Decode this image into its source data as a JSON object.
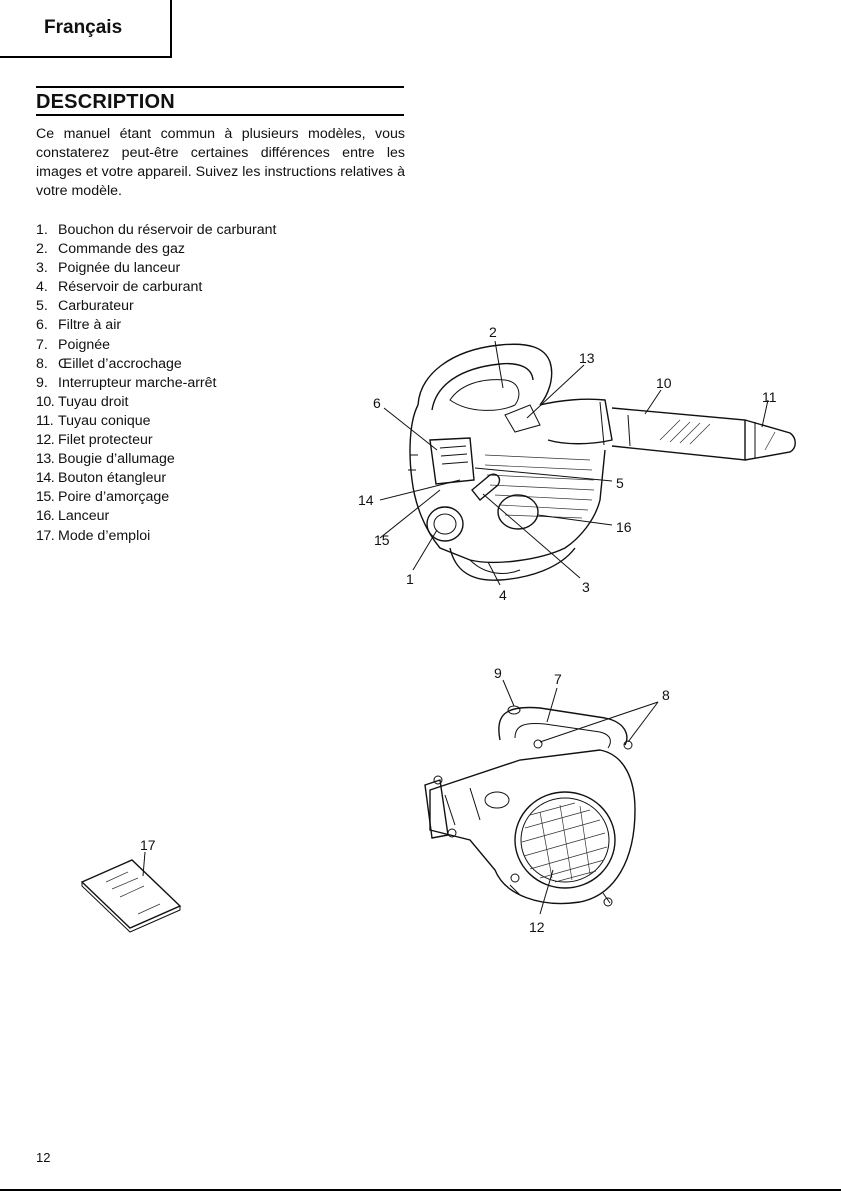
{
  "header": {
    "language_tab": "Français"
  },
  "section": {
    "title": "DESCRIPTION",
    "intro": "Ce manuel étant commun à plusieurs modèles, vous constaterez peut-être certaines différences entre les images et votre appareil. Suivez les instructions relatives à votre modèle."
  },
  "parts": [
    {
      "num": "1.",
      "label": "Bouchon du réservoir de carburant"
    },
    {
      "num": "2.",
      "label": "Commande des gaz"
    },
    {
      "num": "3.",
      "label": "Poignée du lanceur"
    },
    {
      "num": "4.",
      "label": "Réservoir de carburant"
    },
    {
      "num": "5.",
      "label": "Carburateur"
    },
    {
      "num": "6.",
      "label": "Filtre à air"
    },
    {
      "num": "7.",
      "label": "Poignée"
    },
    {
      "num": "8.",
      "label": "Œillet d’accrochage"
    },
    {
      "num": "9.",
      "label": "Interrupteur marche-arrêt"
    },
    {
      "num": "10.",
      "label": "Tuyau droit"
    },
    {
      "num": "11.",
      "label": "Tuyau conique"
    },
    {
      "num": "12.",
      "label": "Filet protecteur"
    },
    {
      "num": "13.",
      "label": "Bougie d’allumage"
    },
    {
      "num": "14.",
      "label": "Bouton étangleur"
    },
    {
      "num": "15.",
      "label": "Poire d’amorçage"
    },
    {
      "num": "16.",
      "label": "Lanceur"
    },
    {
      "num": "17.",
      "label": "Mode d’emploi"
    }
  ],
  "figure_callouts": {
    "side_view": [
      "1",
      "2",
      "3",
      "4",
      "5",
      "6",
      "10",
      "11",
      "13",
      "14",
      "15",
      "16"
    ],
    "rear_view": [
      "7",
      "8",
      "9",
      "12"
    ],
    "manual": [
      "17"
    ]
  },
  "footer": {
    "page_number": "12"
  }
}
